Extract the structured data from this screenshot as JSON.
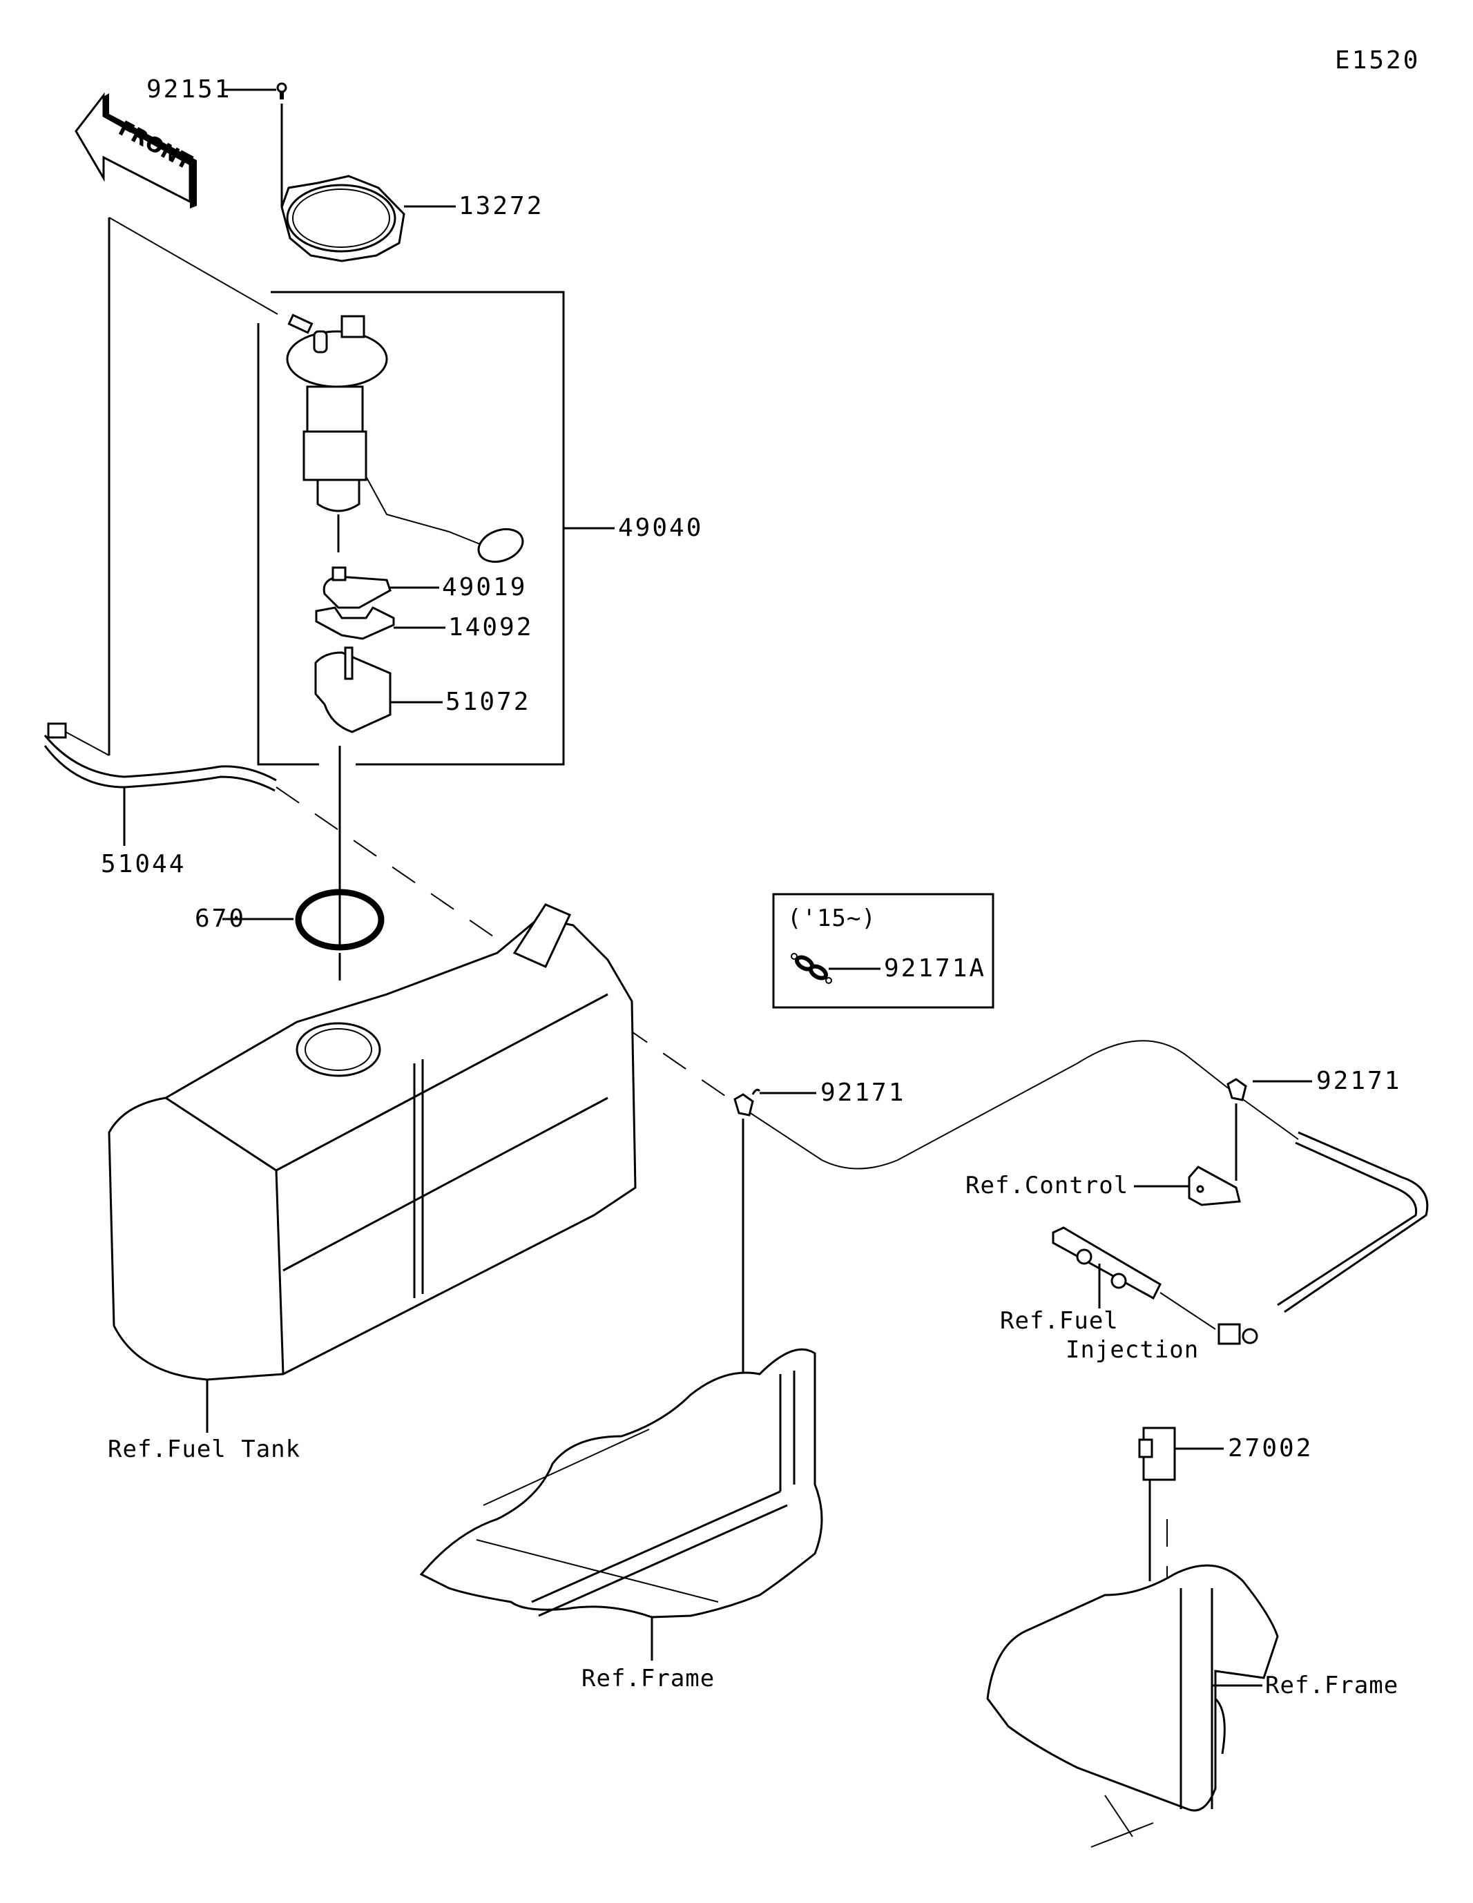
{
  "diagram": {
    "figure_code": "E1520",
    "direction_marker": "FRONT",
    "callouts": [
      {
        "id": "92151",
        "part": "bolt"
      },
      {
        "id": "13272",
        "part": "pump gasket plate"
      },
      {
        "id": "49040",
        "part": "fuel pump assembly"
      },
      {
        "id": "49019",
        "part": "filter"
      },
      {
        "id": "14092",
        "part": "cover"
      },
      {
        "id": "51072",
        "part": "strainer cup"
      },
      {
        "id": "51044",
        "part": "fuel hose"
      },
      {
        "id": "670",
        "part": "o-ring"
      },
      {
        "id": "92171",
        "part": "clamp (left)"
      },
      {
        "id": "92171",
        "part": "clamp (right)"
      },
      {
        "id": "27002",
        "part": "relay"
      }
    ],
    "variant_box": {
      "title": "('15~)",
      "callout": "92171A"
    },
    "references": {
      "fuel_tank": "Ref.Fuel Tank",
      "frame_center": "Ref.Frame",
      "frame_right": "Ref.Frame",
      "control": "Ref.Control",
      "fuel_injection_line1": "Ref.Fuel",
      "fuel_injection_line2": "Injection"
    }
  }
}
